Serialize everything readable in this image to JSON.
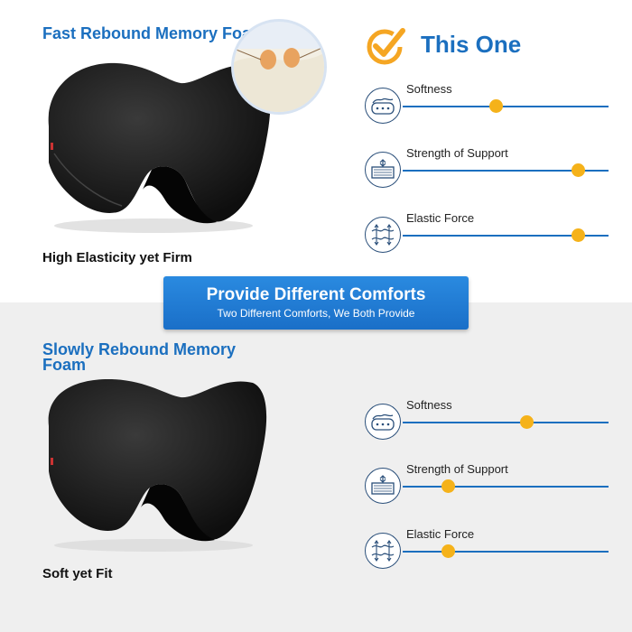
{
  "top": {
    "title": "Fast Rebound Memory Foam",
    "caption": "High Elasticity yet Firm"
  },
  "bottom": {
    "title": "Slowly Rebound Memory Foam",
    "caption": "Soft yet Fit"
  },
  "banner": {
    "title": "Provide Different Comforts",
    "subtitle": "Two Different Comforts, We Both Provide"
  },
  "this_one": "This One",
  "ratings_top": [
    {
      "label": "Softness",
      "level": 0.45,
      "icon": "foam-softness-icon"
    },
    {
      "label": "Strength of Support",
      "level": 0.85,
      "icon": "support-strength-icon"
    },
    {
      "label": "Elastic Force",
      "level": 0.85,
      "icon": "elastic-force-icon"
    }
  ],
  "ratings_bottom": [
    {
      "label": "Softness",
      "level": 0.6,
      "icon": "foam-softness-icon"
    },
    {
      "label": "Strength of Support",
      "level": 0.22,
      "icon": "support-strength-icon"
    },
    {
      "label": "Elastic Force",
      "level": 0.22,
      "icon": "elastic-force-icon"
    }
  ],
  "colors": {
    "accent_blue": "#1b6fbf",
    "slider_dot": "#f5b21a",
    "check": "#f5a623"
  }
}
